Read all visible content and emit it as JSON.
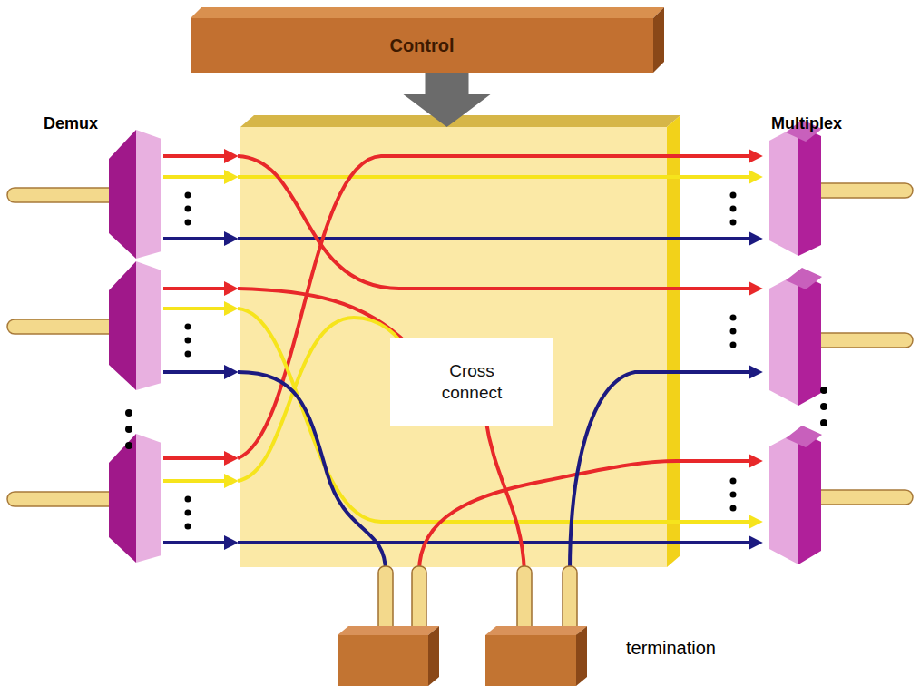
{
  "diagram": {
    "nodes": [
      {
        "text": [
          "Control"
        ]
      },
      {
        "text": [
          "Cross connect"
        ]
      }
    ],
    "edges": [
      {
        "from": 0,
        "to": 1,
        "arrow": "to"
      }
    ],
    "labels": [
      "Demux",
      "Multiplex",
      "termination"
    ]
  }
}
